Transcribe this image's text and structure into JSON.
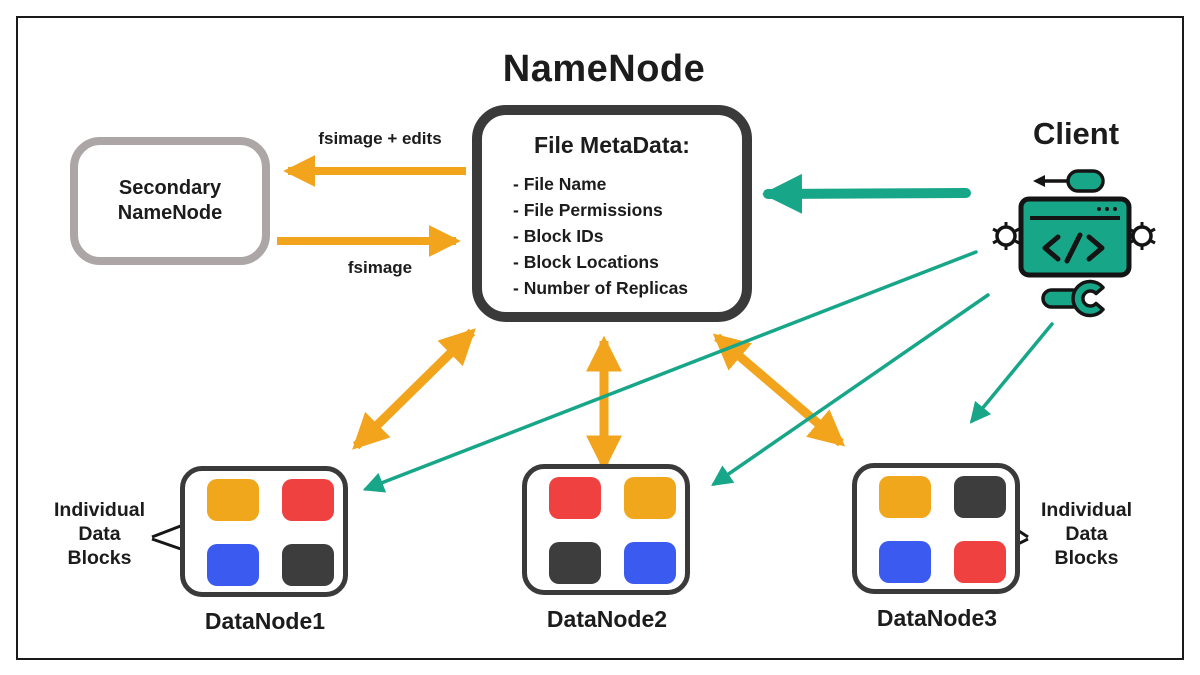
{
  "title": "NameNode",
  "colors": {
    "orange": "#F2A41C",
    "teal": "#18A689",
    "black": "#161616",
    "node_border": "#3A3A3A",
    "secondary_border": "#ACA6A6",
    "text": "#1C1C1C"
  },
  "namenode": {
    "heading": "File MetaData:",
    "items": [
      "- File Name",
      "- File Permissions",
      "- Block IDs",
      "- Block Locations",
      "- Number of Replicas"
    ]
  },
  "secondary": {
    "line1": "Secondary",
    "line2": "NameNode"
  },
  "flows": {
    "to_secondary_label": "fsimage + edits",
    "from_secondary_label": "fsimage"
  },
  "client": {
    "label": "Client",
    "icon": "code-window-icon"
  },
  "block_colors": {
    "orange": "#F0A71C",
    "red": "#F04141",
    "blue": "#3B5BF0",
    "dark": "#3D3D3D"
  },
  "datanodes": [
    {
      "name": "DataNode1",
      "blocks": [
        "orange",
        "red",
        "blue",
        "dark"
      ]
    },
    {
      "name": "DataNode2",
      "blocks": [
        "red",
        "orange",
        "dark",
        "blue"
      ]
    },
    {
      "name": "DataNode3",
      "blocks": [
        "orange",
        "dark",
        "blue",
        "red"
      ]
    }
  ],
  "block_annotation": {
    "lines": [
      "Individual",
      "Data",
      "Blocks"
    ]
  }
}
